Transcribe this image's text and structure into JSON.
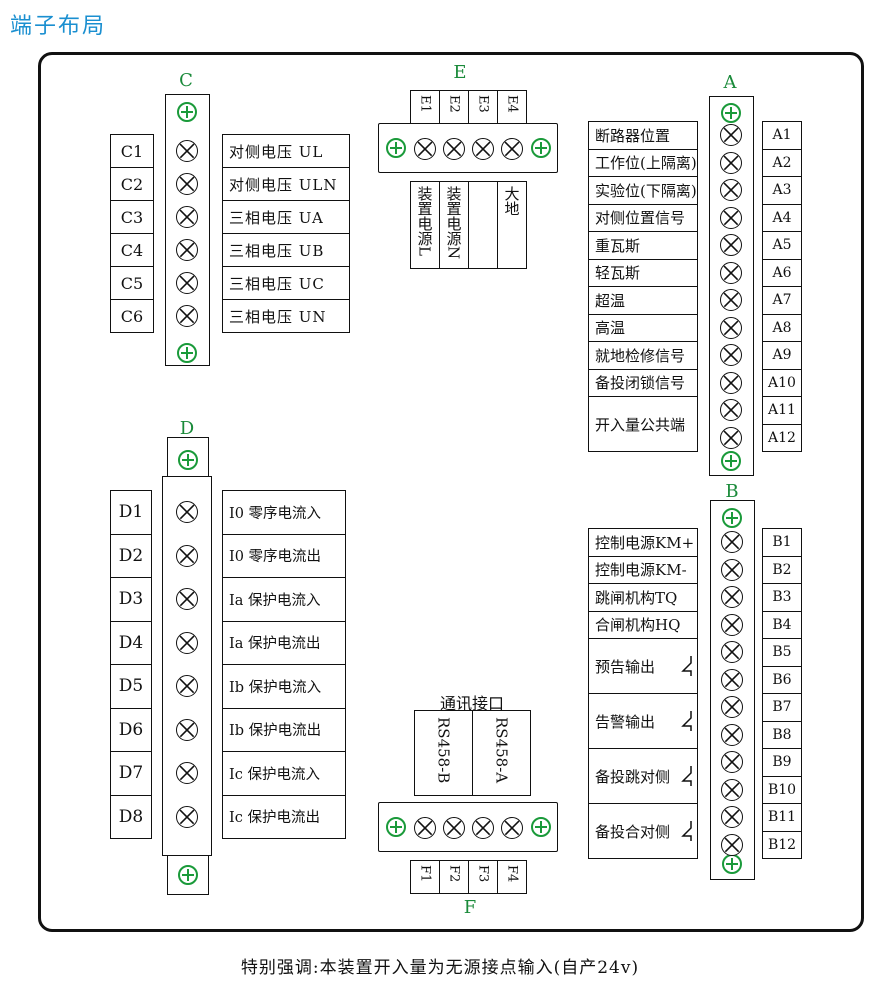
{
  "heading": "端子布局",
  "note": "特别强调:本装置开入量为无源接点输入(自产24v)",
  "block_c": {
    "label": "C",
    "ids": [
      "C1",
      "C2",
      "C3",
      "C4",
      "C5",
      "C6"
    ],
    "desc": [
      "对侧电压 UL",
      "对侧电压 ULN",
      "三相电压 UA",
      "三相电压 UB",
      "三相电压 UC",
      "三相电压 UN"
    ]
  },
  "block_e": {
    "label": "E",
    "ids": [
      "E1",
      "E2",
      "E3",
      "E4"
    ],
    "desc": [
      "装置电源L",
      "装置电源N",
      "",
      "大地"
    ]
  },
  "block_a": {
    "label": "A",
    "ids": [
      "A1",
      "A2",
      "A3",
      "A4",
      "A5",
      "A6",
      "A7",
      "A8",
      "A9",
      "A10",
      "A11",
      "A12"
    ],
    "desc": [
      "断路器位置",
      "工作位(上隔离)",
      "实验位(下隔离)",
      "对侧位置信号",
      "重瓦斯",
      "轻瓦斯",
      "超温",
      "高温",
      "就地检修信号",
      "备投闭锁信号",
      "开入量公共端"
    ]
  },
  "block_d": {
    "label": "D",
    "ids": [
      "D1",
      "D2",
      "D3",
      "D4",
      "D5",
      "D6",
      "D7",
      "D8"
    ],
    "desc": [
      "I0 零序电流入",
      "I0 零序电流出",
      "Ia 保护电流入",
      "Ia 保护电流出",
      "Ib 保护电流入",
      "Ib 保护电流出",
      "Ic 保护电流入",
      "Ic 保护电流出"
    ]
  },
  "block_b": {
    "label": "B",
    "ids": [
      "B1",
      "B2",
      "B3",
      "B4",
      "B5",
      "B6",
      "B7",
      "B8",
      "B9",
      "B10",
      "B11",
      "B12"
    ],
    "desc": [
      "控制电源KM+",
      "控制电源KM-",
      "跳闸机构TQ",
      "合闸机构HQ",
      "预告输出",
      "告警输出",
      "备投跳对侧",
      "备投合对侧"
    ]
  },
  "block_f": {
    "label": "F",
    "title": "通讯接口",
    "ids": [
      "F1",
      "F2",
      "F3",
      "F4"
    ],
    "desc": [
      "RS458-B",
      "RS458-A"
    ]
  }
}
